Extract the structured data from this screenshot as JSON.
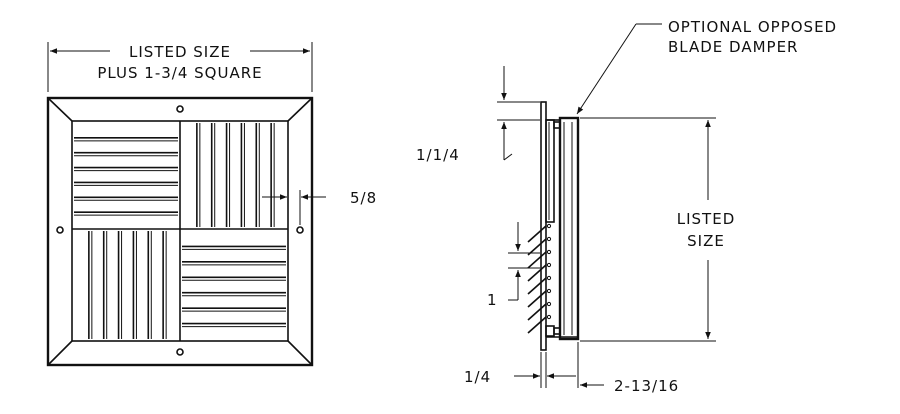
{
  "front_view": {
    "top_label_line1": "LISTED SIZE",
    "top_label_line2": "PLUS 1-3/4 SQUARE",
    "side_dim": "5/8"
  },
  "side_view": {
    "callout_line1": "OPTIONAL OPPOSED",
    "callout_line2": "BLADE DAMPER",
    "dim_top": "1/1/4",
    "dim_blade": "1",
    "dim_bottom_left": "1/4",
    "dim_bottom_right": "2-13/16",
    "listed_line1": "LISTED",
    "listed_line2": "SIZE"
  }
}
